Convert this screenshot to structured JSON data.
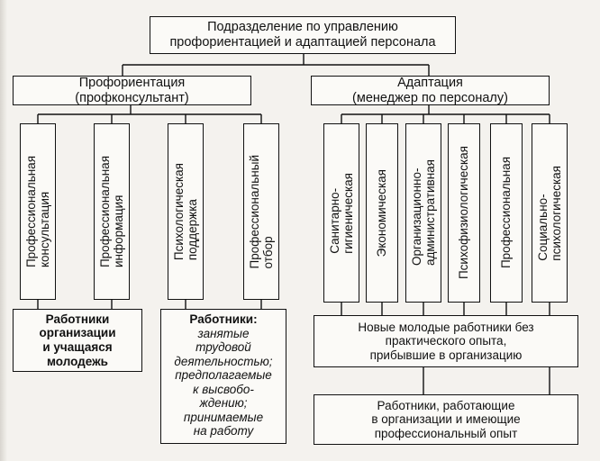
{
  "header": {
    "line1": "Подразделение по управлению",
    "line2": "профориентацией и адаптацией персонала"
  },
  "branches": {
    "left": {
      "line1": "Профориентация",
      "line2": "(профконсультант)"
    },
    "right": {
      "line1": "Адаптация",
      "line2": "(менеджер по персоналу)"
    }
  },
  "left_columns": [
    "Профессиональная\nконсультация",
    "Профессиональная\nинформация",
    "Психологическая\nподдержка",
    "Профессиональный\nотбор"
  ],
  "right_columns": [
    "Санитарно-\nгигиеническая",
    "Экономическая",
    "Организационно-\nадминистративная",
    "Психофизиологическая",
    "Профессиональная",
    "Социально-\nпсихологическая"
  ],
  "targets": {
    "workers_youth": "Работники\nорганизации\nи учащаяся\nмолодежь",
    "workers_status": {
      "heading": "Работники:",
      "body": "занятые\nтрудовой\nдеятельностью;\nпредполагаемые\nк высвобо-\nждению;\nпринимаемые\nна работу"
    },
    "new_workers": "Новые молодые работники без\nпрактического опыта,\nприбывшие в организацию",
    "experienced_workers": "Работники, работающие\nв организации и имеющие\nпрофессиональный опыт"
  }
}
